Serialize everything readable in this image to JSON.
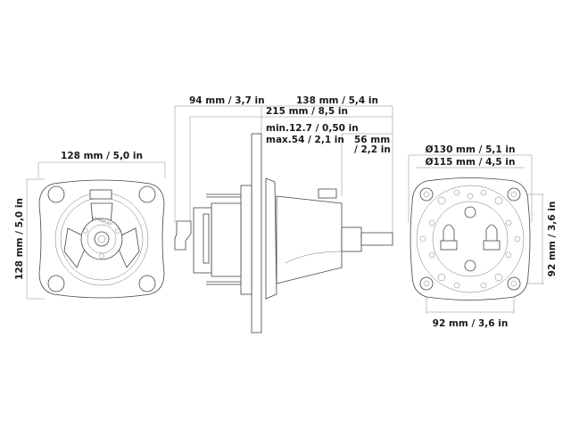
{
  "front_view": {
    "width_label": "128 mm / 5,0 in",
    "height_label": "128 mm / 5,0 in",
    "model_text": "ULTRAFLEX"
  },
  "side_view": {
    "rear_length_label": "94 mm / 3,7 in",
    "front_length_label": "138 mm / 5,4 in",
    "total_length_label": "215 mm / 8,5 in",
    "panel_min_label": "min.12.7 / 0,50 in",
    "panel_max_label": "max.54 / 2,1 in",
    "shaft_length_line1": "56 mm",
    "shaft_length_line2": "/ 2,2 in"
  },
  "rear_view": {
    "outer_diameter_label": "Ø130 mm / 5,1 in",
    "inner_diameter_label": "Ø115 mm / 4,5 in",
    "hole_spacing_vertical_label": "92 mm / 3,6 in",
    "hole_spacing_horizontal_label": "92 mm / 3,6 in"
  }
}
